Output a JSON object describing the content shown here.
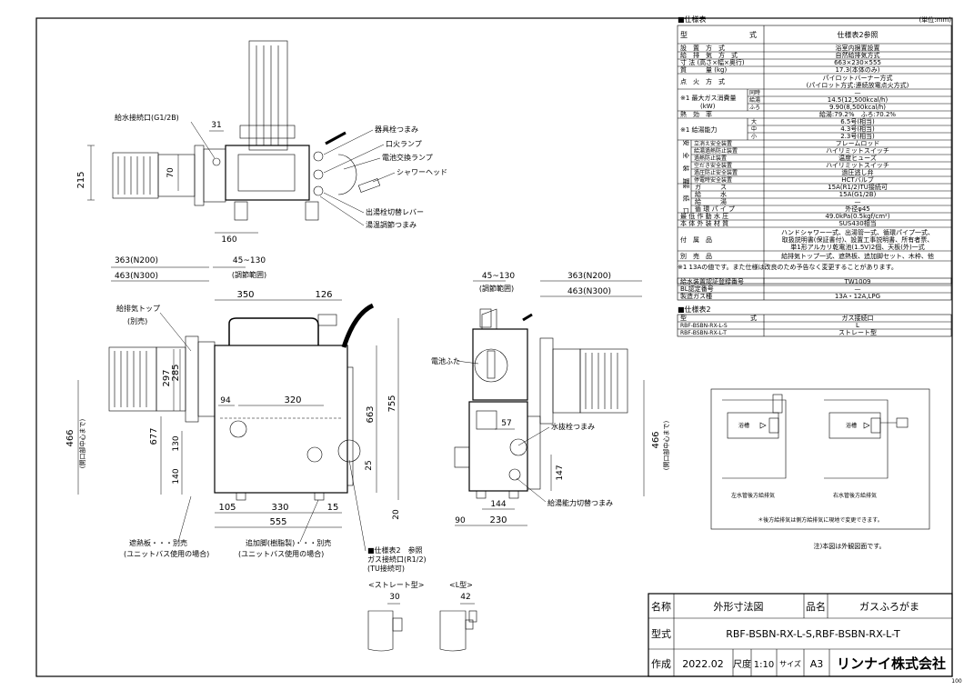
{
  "spec": {
    "title": "■仕様表",
    "unit": "(単位:mm)",
    "header": [
      "型",
      "式",
      "仕様表2参照"
    ],
    "rows": [
      {
        "label": "設　置　方　式",
        "value": "浴室内据置設置"
      },
      {
        "label": "給　排　気　方　式",
        "value": "自然給排気方式"
      },
      {
        "label": "寸 法 (高さ×幅×奥行)",
        "value": "663×230×555"
      },
      {
        "label": "質　　　量 (kg)",
        "value": "17.3(本体のみ)"
      },
      {
        "label": "点　火　方　式",
        "value": "パイロットバーナー方式",
        "value2": "(パイロット方式:連続放電点火方式)"
      }
    ],
    "gas": {
      "label": "※1 最大ガス消費量",
      "unit": "(kW)",
      "subs": [
        "同時",
        "給湯",
        "ふろ"
      ],
      "values": [
        "—",
        "14.5(12,500kcal/h)",
        "9.90(8,500kcal/h)"
      ]
    },
    "eff": {
      "label": "熱　効　率",
      "value": "給湯:79.2%　ふろ:70.2%"
    },
    "cap": {
      "label": "※1 給湯能力",
      "subs": [
        "大",
        "中",
        "小"
      ],
      "values": [
        "6.5号(相当)",
        "4.3号(相当)",
        "2.3号(相当)"
      ]
    },
    "safety": {
      "group": "安　全　装　置",
      "items": [
        [
          "立消え安全装置",
          "フレームロッド"
        ],
        [
          "給湯過熱防止装置",
          "ハイリミットスイッチ"
        ],
        [
          "過熱防止装置",
          "温度ヒューズ"
        ],
        [
          "空だき安全装置",
          "ハイリミットスイッチ"
        ],
        [
          "過圧防止安全装置",
          "過圧逃し弁"
        ],
        [
          "停電時安全装置",
          "HCTバルブ"
        ]
      ]
    },
    "conn": {
      "group": "接　続　口",
      "items": [
        [
          "ガ　　　ス",
          "15A(R1/2)TU接続可"
        ],
        [
          "給　　　水",
          "15A(G1/2B)"
        ],
        [
          "給　　　湯",
          "—"
        ],
        [
          "循 環 パ イ プ",
          "外径φ45"
        ]
      ]
    },
    "press": {
      "label": "最 低 作 動 水 圧",
      "value": "49.0kPa(0.5kgf/cm²)"
    },
    "mat": {
      "label": "本 体 外 装 材 質",
      "value": "SUS430相当"
    },
    "acc": {
      "label": "付　属　品",
      "lines": [
        "ハンドシャワー一式、出湯管一式、循環パイプ一式、",
        "取扱説明書(保証書付)、設置工事説明書、所有者票、",
        "単1形アルカリ乾電池(1.5V)2個、天板(外)一式"
      ]
    },
    "sep": {
      "label": "別　売　品",
      "value": "給排気トップ一式、遮熱板、追加脚セット、木枠、他"
    },
    "note": "※1 13Aの値です。また仕様は改良のため予告なく変更することがあります。"
  },
  "cert": {
    "rows": [
      [
        "給水装置認証登録番号",
        "TW1009"
      ],
      [
        "BL認定番号",
        "—"
      ],
      [
        "製造ガス種",
        "13A・12A,LPG"
      ]
    ]
  },
  "spec2": {
    "title": "■仕様表2",
    "header": [
      "型",
      "式",
      "ガス接続口"
    ],
    "rows": [
      [
        "RBF-BSBN-RX-L-S",
        "L"
      ],
      [
        "RBF-BSBN-RX-L-T",
        "ストレート型"
      ]
    ]
  },
  "layout": {
    "bath_label_left": "浴槽",
    "bath_label_right": "浴槽",
    "caption_left": "左水管後方給排気",
    "caption_right": "右水管後方給排気",
    "note": "＊後方給排気は側方給排気に現地で変更できます。"
  },
  "exterior_note": "注)本図は外観図面です。",
  "title_block": {
    "name_label": "名称",
    "name": "外形寸法図",
    "product_label": "品名",
    "product": "ガスふろがま",
    "model_label": "型式",
    "model": "RBF-BSBN-RX-L-S,RBF-BSBN-RX-L-T",
    "made_label": "作成",
    "date": "2022.02",
    "scale_label": "尺度",
    "scale": "1:10",
    "size_label": "サイズ",
    "size": "A3",
    "company": "リンナイ株式会社",
    "sheet": "100"
  },
  "labels": {
    "water_inlet": "給水接続口(G1/2B)",
    "appliance_knob": "器具栓つまみ",
    "fire_lamp": "口火ランプ",
    "battery_lamp": "電池交換ランプ",
    "shower_head": "シャワーヘッド",
    "outlet_lever": "出湯栓切替レバー",
    "hot_adjust": "湯温調節つまみ",
    "top": "給排気トップ",
    "top_sep": "(別売)",
    "battery_cover": "電池ふた",
    "drain_knob": "水抜栓つまみ",
    "capacity_knob": "給湯能力切替つまみ",
    "shield": "遮熱板・・・別売",
    "shield_sub": "(ユニットバス使用の場合)",
    "leg": "追加脚(樹脂製)・・・別売",
    "leg_sub": "(ユニットバス使用の場合)",
    "gas_port_1": "■仕様表2　参照",
    "gas_port_2": "ガス接続口(R1/2)",
    "gas_port_3": "(TU接続可)",
    "adjust_range": "(調節範囲)",
    "adjust_range_r": "(調節範囲)",
    "straight_type": "<ストレート型>",
    "l_type": "<L型>",
    "center_left": "(開口部中心まで)",
    "center_right": "(開口部中心まで)"
  },
  "dims": {
    "d31": "31",
    "d70": "70",
    "d215": "215",
    "d160": "160",
    "d363a": "363(N200)",
    "d463a": "463(N300)",
    "d45a": "45~130",
    "d350": "350",
    "d126": "126",
    "d297": "297",
    "d285": "285",
    "d755": "755",
    "d663": "663",
    "d466a": "466",
    "d677": "677",
    "d94": "94",
    "d320": "320",
    "d130": "130",
    "d140": "140",
    "d25": "25",
    "d20": "20",
    "d105": "105",
    "d330": "330",
    "d15": "15",
    "d555": "555",
    "d45b": "45~130",
    "d363b": "363(N200)",
    "d463b": "463(N300)",
    "d57": "57",
    "d147": "147",
    "d144": "144",
    "d90": "90",
    "d230": "230",
    "d466b": "466",
    "d30": "30",
    "d42": "42"
  }
}
